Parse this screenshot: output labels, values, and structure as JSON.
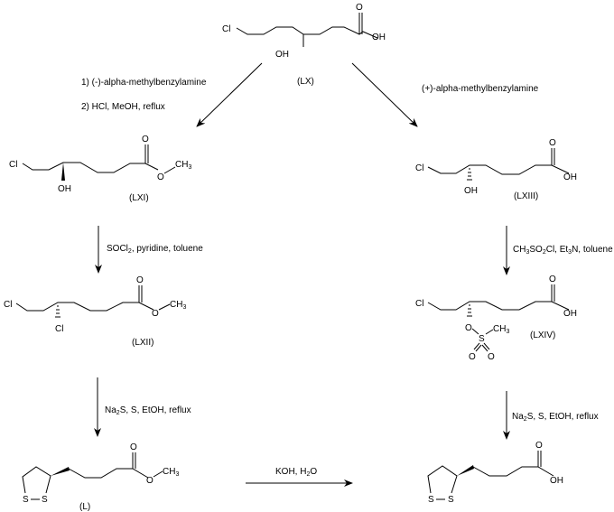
{
  "diagram": {
    "title": "Synthesis scheme of enantiomers of lipoic acid from 8-chloro-6-hydroxyoctanoic acid",
    "compounds": {
      "LX": {
        "label": "(LX)",
        "atoms": {
          "cl": "Cl",
          "oh": "OH",
          "o": "O",
          "acid_oh": "OH"
        }
      },
      "LXI": {
        "label": "(LXI)",
        "atoms": {
          "cl": "Cl",
          "oh": "OH",
          "o": "O",
          "ester_o": "O",
          "ch3": "CH",
          "ch3_sub": "3"
        }
      },
      "LXIII": {
        "label": "(LXIII)",
        "atoms": {
          "cl": "Cl",
          "oh": "OH",
          "o": "O",
          "acid_oh": "OH"
        }
      },
      "LXII": {
        "label": "(LXII)",
        "atoms": {
          "cl": "Cl",
          "cl2": "Cl",
          "o": "O",
          "ester_o": "O",
          "ch3": "CH",
          "ch3_sub": "3"
        }
      },
      "LXIV": {
        "label": "(LXIV)",
        "atoms": {
          "cl": "Cl",
          "o": "O",
          "acid_oh": "OH",
          "ms_o": "O",
          "s": "S",
          "ms_ch3": "CH",
          "ms_ch3_sub": "3",
          "so1": "O",
          "so2": "O"
        }
      },
      "L": {
        "label": "(L)",
        "atoms": {
          "s1": "S",
          "s2": "S",
          "o": "O",
          "ester_o": "O",
          "ch3": "CH",
          "ch3_sub": "3"
        }
      },
      "product": {
        "atoms": {
          "s1": "S",
          "s2": "S",
          "o": "O",
          "acid_oh": "OH"
        }
      }
    },
    "reagents": {
      "left_step1": "1) (-)-alpha-methylbenzylamine",
      "left_step2": "2) HCl, MeOH, reflux",
      "right_step": "(+)-alpha-methylbenzylamine",
      "socl2": {
        "a": "SOCl",
        "sub": "2",
        "b": ", pyridine, toluene"
      },
      "mscl": {
        "a": "CH",
        "sub1": "3",
        "b": "SO",
        "sub2": "2",
        "c": "Cl, Et",
        "sub3": "3",
        "d": "N, toluene"
      },
      "na2s_left": {
        "a": "Na",
        "sub": "2",
        "b": "S, S, EtOH, reflux"
      },
      "na2s_right": {
        "a": "Na",
        "sub": "2",
        "b": "S, S, EtOH, reflux"
      },
      "koh": {
        "a": "KOH, H",
        "sub": "2",
        "b": "O"
      }
    }
  }
}
